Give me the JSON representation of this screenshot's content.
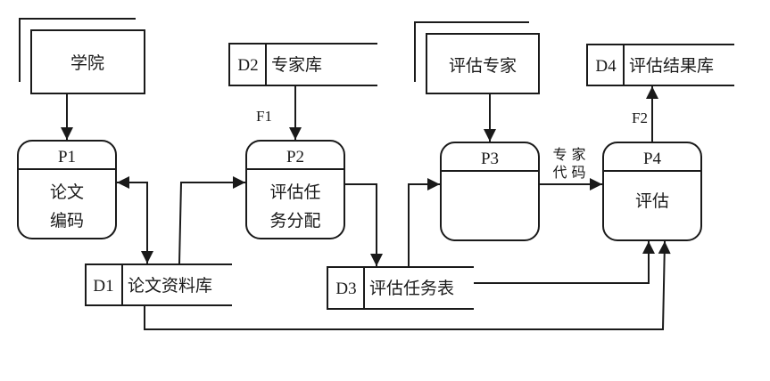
{
  "diagram": {
    "type": "data-flow-diagram",
    "external_entities": [
      {
        "id": "E1",
        "label": "学院"
      },
      {
        "id": "E2",
        "label": "评估专家"
      }
    ],
    "processes": [
      {
        "id": "P1",
        "label_line1": "论文",
        "label_line2": "编码"
      },
      {
        "id": "P2",
        "label_line1": "评估任",
        "label_line2": "务分配"
      },
      {
        "id": "P3",
        "label_line1": "",
        "label_line2": ""
      },
      {
        "id": "P4",
        "label_line1": "评估",
        "label_line2": ""
      }
    ],
    "data_stores": [
      {
        "id": "D1",
        "label": "论文资料库"
      },
      {
        "id": "D2",
        "label": "专家库"
      },
      {
        "id": "D3",
        "label": "评估任务表"
      },
      {
        "id": "D4",
        "label": "评估结果库"
      }
    ],
    "flow_labels": {
      "f1": "F1",
      "f2": "F2",
      "expert_code_line1": "专 家",
      "expert_code_line2": "代 码"
    },
    "flows": [
      {
        "from": "学院",
        "to": "P1"
      },
      {
        "from": "P1",
        "to": "D1",
        "bidirectional": true
      },
      {
        "from": "D1",
        "to": "P2"
      },
      {
        "from": "D2",
        "to": "P2",
        "label": "F1"
      },
      {
        "from": "P2",
        "to": "D3"
      },
      {
        "from": "D3",
        "to": "P3"
      },
      {
        "from": "评估专家",
        "to": "P3"
      },
      {
        "from": "P3",
        "to": "P4",
        "label": "专家代码"
      },
      {
        "from": "D3",
        "to": "P4"
      },
      {
        "from": "D1",
        "to": "P4"
      },
      {
        "from": "P4",
        "to": "D4",
        "label": "F2"
      }
    ]
  }
}
